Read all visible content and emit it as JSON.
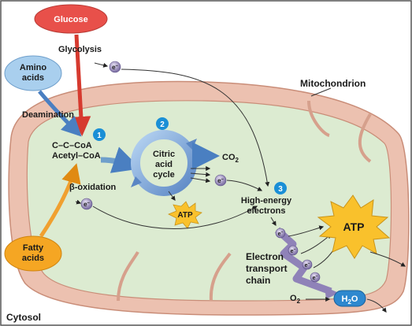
{
  "labels": {
    "glucose": "Glucose",
    "glycolysis": "Glycolysis",
    "amino_acids_line1": "Amino",
    "amino_acids_line2": "acids",
    "deamination": "Deamination",
    "fatty_acids_line1": "Fatty",
    "fatty_acids_line2": "acids",
    "c_c_coa": "C–C–CoA",
    "acetyl_coa": "Acetyl–CoA",
    "beta_oxidation": "β-oxidation",
    "citric_line1": "Citric",
    "citric_line2": "acid",
    "citric_line3": "cycle",
    "co2_main": "CO",
    "co2_sub": "2",
    "atp_small": "ATP",
    "atp_large": "ATP",
    "high_energy_line1": "High-energy",
    "high_energy_line2": "electrons",
    "etc_line1": "Electron",
    "etc_line2": "transport",
    "etc_line3": "chain",
    "o2_main": "O",
    "o2_sub": "2",
    "h2o_h": "H",
    "h2o_sub": "2",
    "h2o_o": "O",
    "mitochondrion": "Mitochondrion",
    "cytosol": "Cytosol",
    "electron_symbol": "e",
    "electron_charge": "–"
  },
  "steps": {
    "one": "1",
    "two": "2",
    "three": "3"
  },
  "colors": {
    "glucose": "#e8504a",
    "amino_acids": "#a9cfee",
    "fatty_acids": "#f5a623",
    "membrane": "#e9b7a4",
    "matrix": "#dcebd1",
    "step_badge": "#1a8fd6",
    "atp_burst": "#f9c12c"
  }
}
